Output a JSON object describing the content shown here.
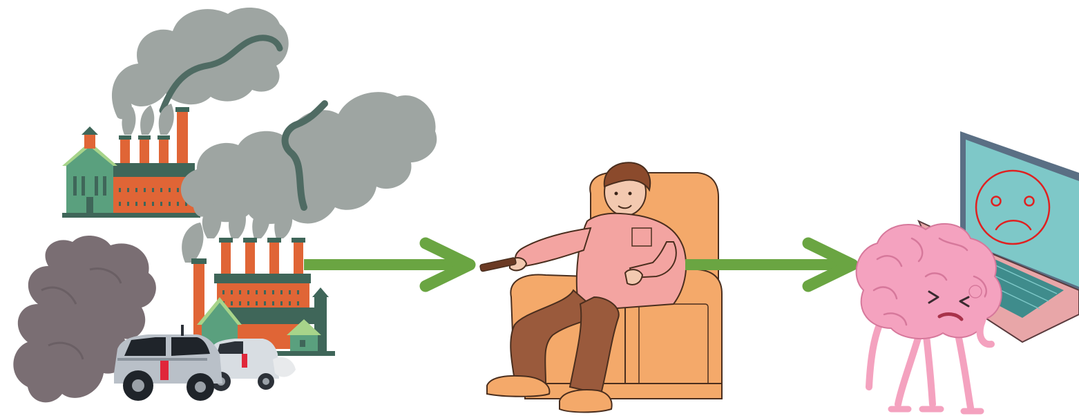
{
  "scene": {
    "panels": [
      {
        "name": "pollution",
        "icon": "factory-pollution-icon"
      },
      {
        "name": "sedentary",
        "icon": "couch-person-icon"
      },
      {
        "name": "brain-strain",
        "icon": "sad-brain-laptop-icon"
      }
    ],
    "arrows": [
      {
        "icon": "arrow-right-icon"
      },
      {
        "icon": "arrow-right-icon"
      }
    ],
    "colors": {
      "arrow": "#6aa542",
      "smoke": "#9ea5a2",
      "dark_smoke": "#7a6e73",
      "brick": "#e06536",
      "building_green": "#5aa07e",
      "roof_dark": "#3f6659",
      "armchair": "#f4a96a",
      "shirt": "#f3a4a1",
      "pants": "#9a5a3c",
      "brain": "#f4a2bf",
      "laptop": "#5a6f84",
      "laptop_screen": "#7ec8c8",
      "sad_face": "#e02020"
    }
  }
}
